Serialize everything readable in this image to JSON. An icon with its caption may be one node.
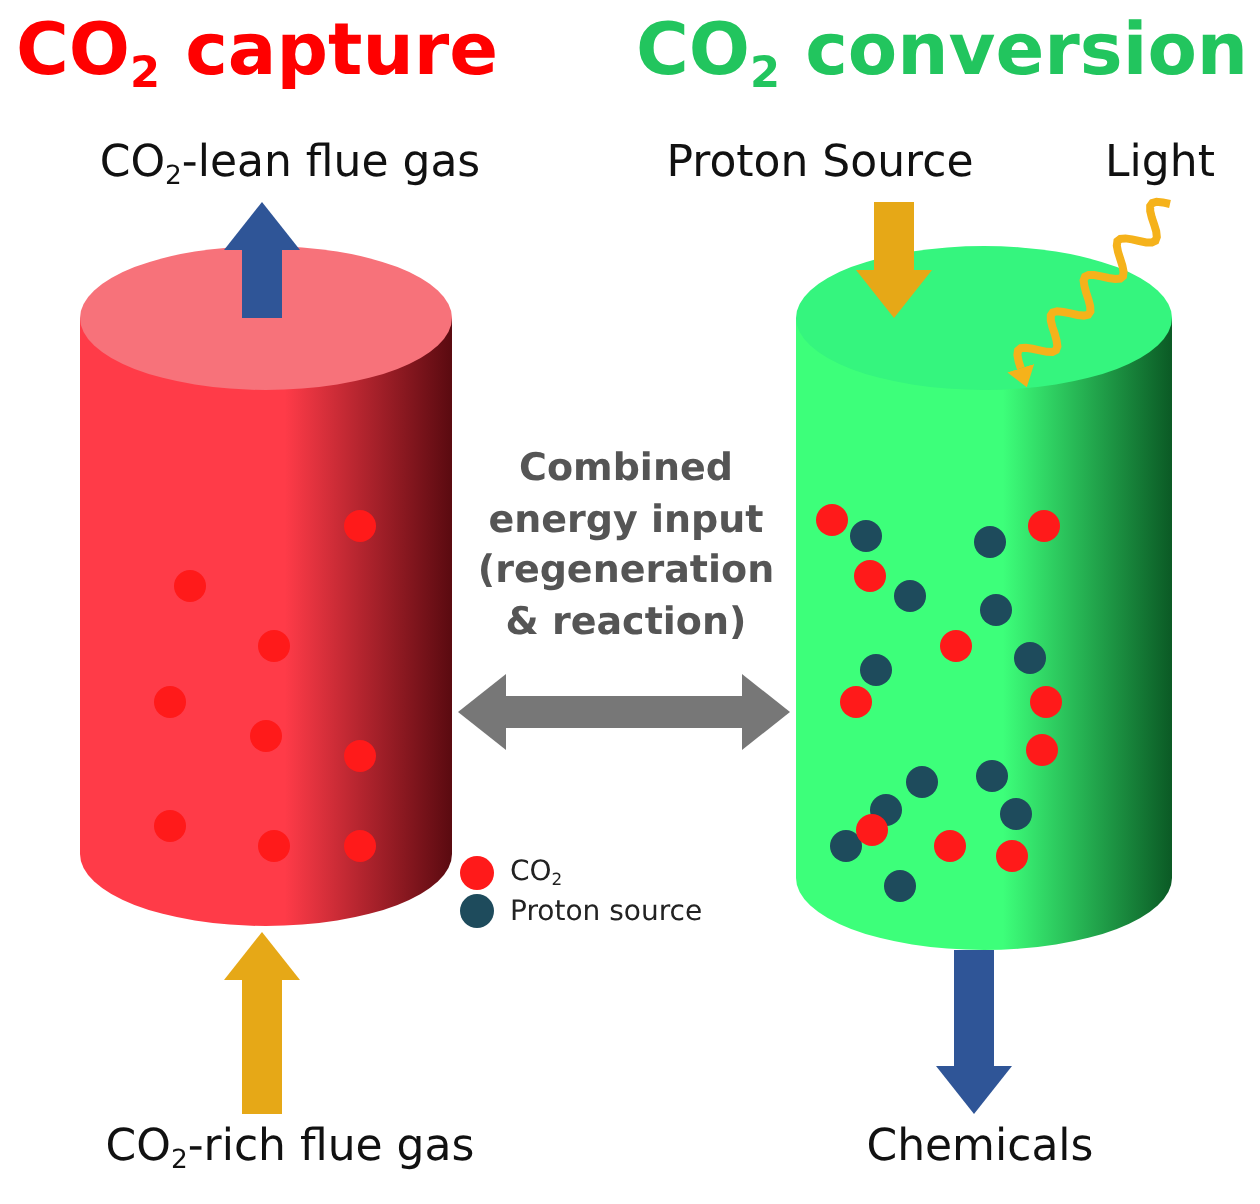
{
  "diagram": {
    "nodes": [
      {
        "text": [
          "CO$_{2}$-lean flue gas"
        ]
      },
      {
        "text": [
          "Proton Source"
        ]
      },
      {
        "text": [
          "Light"
        ]
      },
      {
        "text": [],
        "shape": "cylinder"
      },
      {
        "text": [],
        "shape": "cylinder"
      },
      {
        "text": [
          "CO$_{2}$-rich flue gas"
        ]
      },
      {
        "text": [
          "Chemicals"
        ]
      }
    ],
    "edges": [
      {
        "from": 3,
        "to": 0,
        "arrow": "to",
        "color": "#2f5597"
      },
      {
        "from": 1,
        "to": 4,
        "arrow": "to",
        "color": "#e6a817"
      },
      {
        "from": 2,
        "to": 4,
        "arrow": "to",
        "color": "#f5b21b"
      },
      {
        "from": 5,
        "to": 3,
        "arrow": "to",
        "color": "#e6a817"
      },
      {
        "from": 4,
        "to": 6,
        "arrow": "to",
        "color": "#2f5597"
      },
      {
        "from": 3,
        "to": 4,
        "arrow": "both",
        "color": "#777777",
        "label": "Combined energy input (regeneration & reaction)"
      }
    ],
    "labels": [
      "CO$_{2}$ capture",
      "CO$_{2}$ conversion"
    ],
    "legend": [
      {
        "text": "CO$_{2}$",
        "color": "#ff1a1a"
      },
      {
        "text": "Proton source",
        "color": "#1e4b5c"
      }
    ]
  }
}
